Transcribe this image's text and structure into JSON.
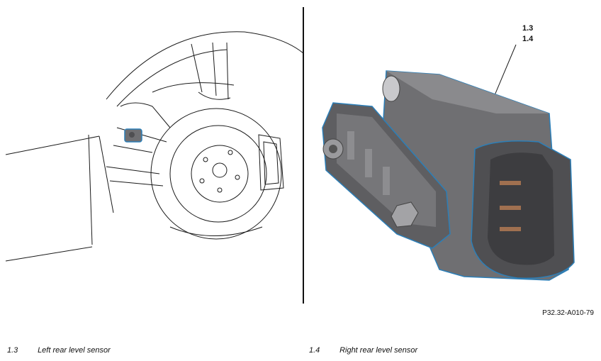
{
  "figure": {
    "callout_top": "1.3",
    "callout_bottom": "1.4",
    "reference_code": "P32.32-A010-79"
  },
  "legend": [
    {
      "number": "1.3",
      "text": "Left rear level sensor"
    },
    {
      "number": "1.4",
      "text": "Right rear level sensor"
    }
  ],
  "colors": {
    "line": "#1a1a1a",
    "sensor_body": "#6f6f72",
    "sensor_dark": "#4f4f52",
    "highlight_edge": "#2c7fb8"
  }
}
